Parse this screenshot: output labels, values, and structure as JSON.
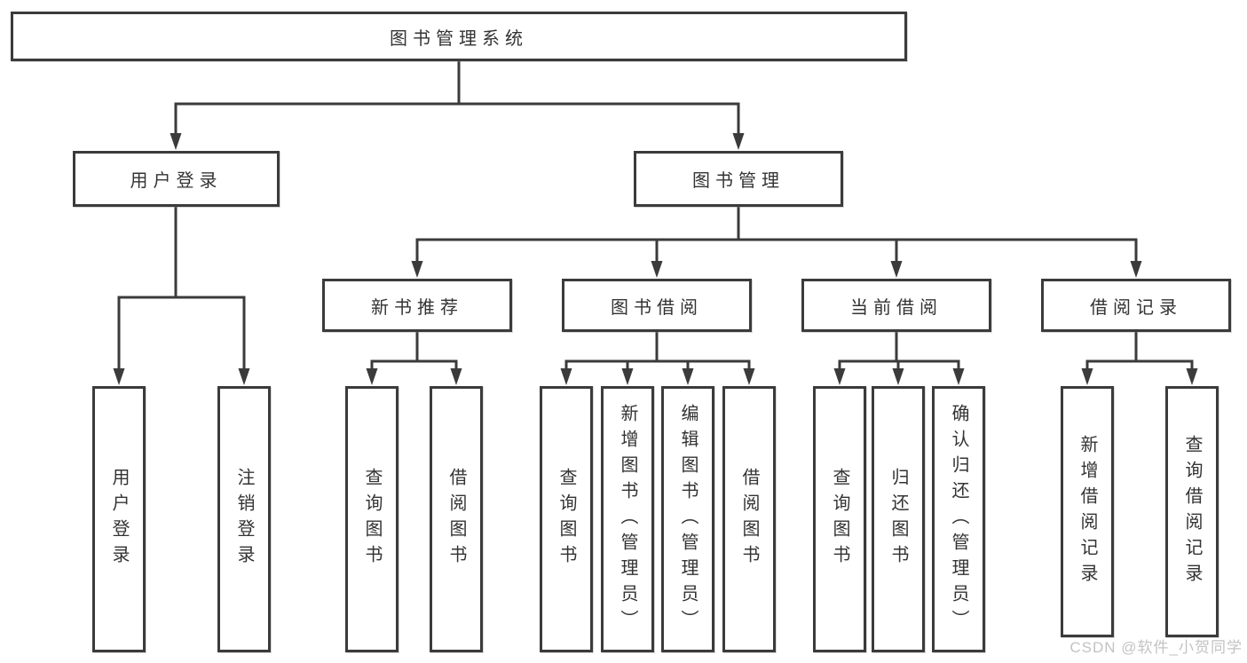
{
  "watermark": "CSDN @软件_小贺同学",
  "colors": {
    "line": "#3b3b3b",
    "text": "#333333",
    "background": "#ffffff",
    "watermark": "#c3c3c3"
  },
  "tree": {
    "root": "图书管理系统",
    "login": {
      "label": "用户登录",
      "children": [
        "用户登录",
        "注销登录"
      ]
    },
    "management": {
      "label": "图书管理",
      "sections": [
        {
          "label": "新书推荐",
          "children": [
            "查询图书",
            "借阅图书"
          ]
        },
        {
          "label": "图书借阅",
          "children": [
            "查询图书",
            "新增图书（管理员）",
            "编辑图书（管理员）",
            "借阅图书"
          ]
        },
        {
          "label": "当前借阅",
          "children": [
            "查询图书",
            "归还图书",
            "确认归还（管理员）"
          ]
        },
        {
          "label": "借阅记录",
          "children": [
            "新增借阅记录",
            "查询借阅记录"
          ]
        }
      ]
    }
  }
}
